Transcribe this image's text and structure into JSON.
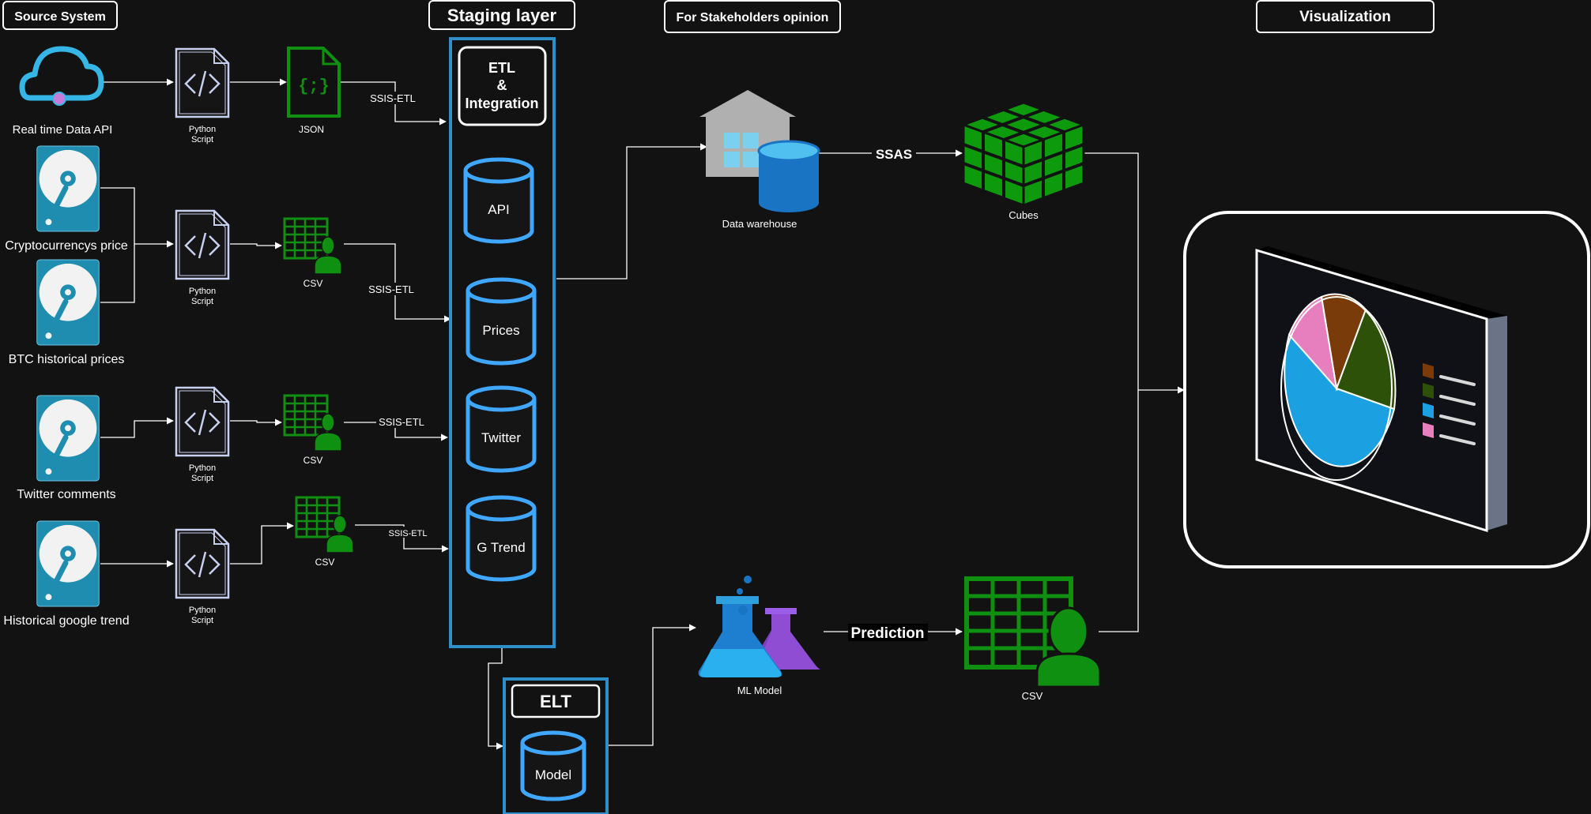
{
  "headers": {
    "source_system": "Source System",
    "staging_layer": "Staging layer",
    "stakeholders": "For Stakeholders opinion",
    "visualization": "Visualization"
  },
  "sources": {
    "realtime_api": "Real time Data API",
    "crypto_price": "Cryptocurrencys price",
    "btc_history": "BTC historical prices",
    "twitter_comments": "Twitter comments",
    "google_trend": "Historical google trend"
  },
  "scripts": {
    "line1": "Python",
    "line2": "Script"
  },
  "formats": {
    "json": "JSON",
    "csv": "CSV"
  },
  "edge_labels": {
    "ssis_etl": "SSIS-ETL",
    "ssas": "SSAS",
    "prediction": "Prediction"
  },
  "staging": {
    "etl_line1": "ETL",
    "etl_line2": "&",
    "etl_line3": "Integration",
    "db_api": "API",
    "db_prices": "Prices",
    "db_twitter": "Twitter",
    "db_gtrend": "G Trend"
  },
  "elt": {
    "title": "ELT",
    "db_model": "Model"
  },
  "analytics": {
    "data_warehouse": "Data warehouse",
    "cubes": "Cubes",
    "ml_model": "ML Model",
    "csv": "CSV"
  },
  "colors": {
    "background": "#121212",
    "stage_border": "#2e8fc9",
    "db_stroke": "#3fa7ff",
    "icon_green": "#109010",
    "disk_blue": "#1e8db0",
    "pie_blue": "#1ba1e2",
    "pie_brown": "#7a3b0a",
    "pie_olive": "#2e5109",
    "pie_pink": "#e77fbf"
  }
}
